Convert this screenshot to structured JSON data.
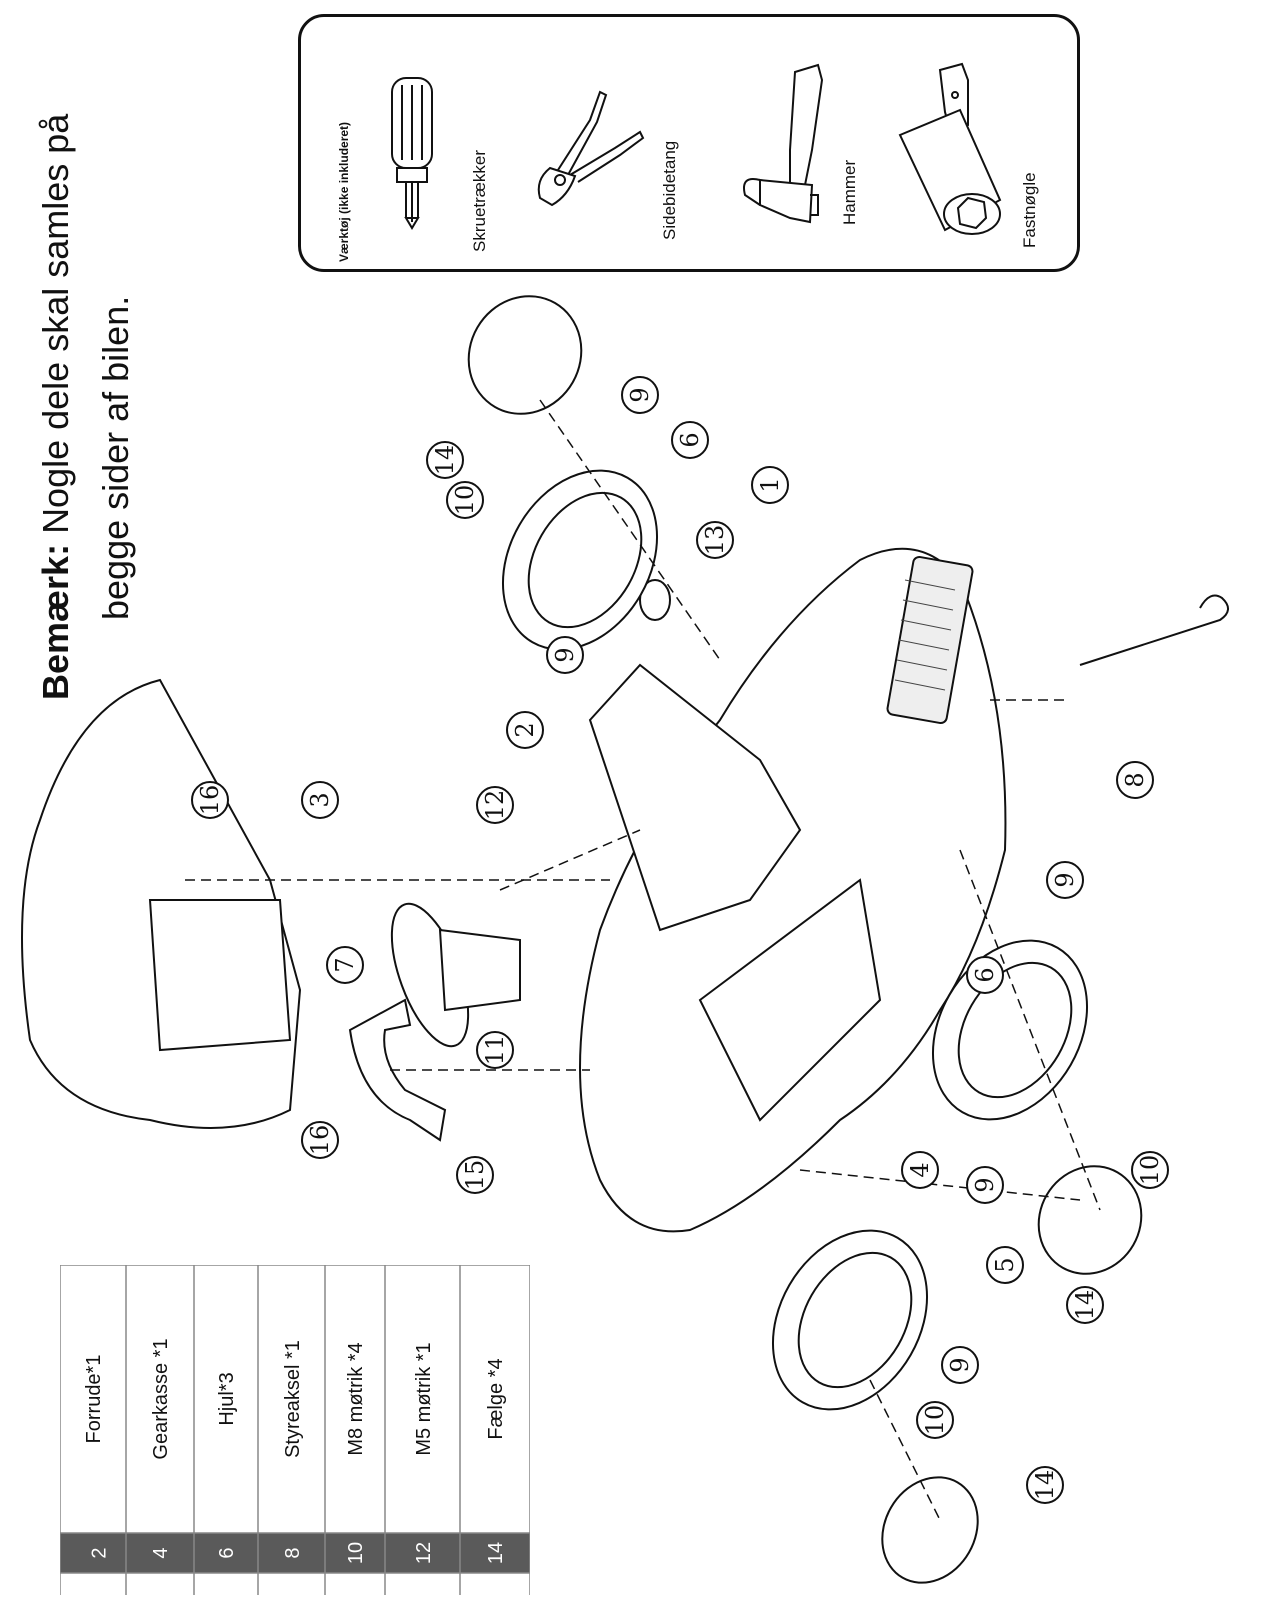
{
  "note": {
    "label": "Bemærk:",
    "line1": " Nogle dele skal samles på",
    "line2": "begge sider af bilen."
  },
  "tools": {
    "title": "Værktøj (ikke inkluderet)",
    "items": [
      {
        "label": "Skruetrækker",
        "icon": "screwdriver-icon"
      },
      {
        "label": "Sidebidetang",
        "icon": "pliers-icon"
      },
      {
        "label": "Hammer",
        "icon": "hammer-icon"
      },
      {
        "label": "Fastnøgle",
        "icon": "socket-wrench-icon"
      }
    ]
  },
  "parts_table": {
    "rows": [
      {
        "num": "2",
        "label": "Forrude*1"
      },
      {
        "num": "4",
        "label": "Gearkasse *1"
      },
      {
        "num": "6",
        "label": "Hjul*3"
      },
      {
        "num": "8",
        "label": "Styreaksel *1"
      },
      {
        "num": "10",
        "label": "M8 møtrik  *4"
      },
      {
        "num": "12",
        "label": "M5 møtrik *1"
      },
      {
        "num": "14",
        "label": "Fælge *4"
      }
    ]
  },
  "callouts": [
    "1",
    "2",
    "3",
    "4",
    "5",
    "6",
    "6",
    "7",
    "8",
    "9",
    "9",
    "9",
    "9",
    "9",
    "10",
    "10",
    "10",
    "11",
    "12",
    "13",
    "14",
    "14",
    "14",
    "15",
    "16",
    "16"
  ],
  "colors": {
    "table_header": "#5a5a5a",
    "line": "#111111"
  }
}
